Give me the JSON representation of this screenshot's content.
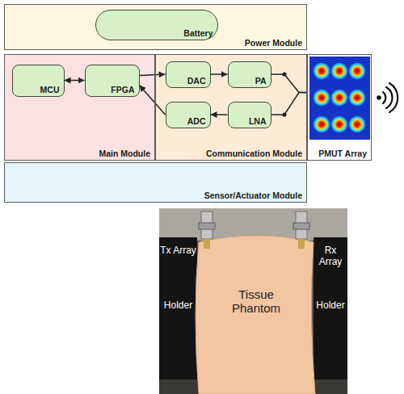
{
  "diagram": {
    "nodes": [
      {
        "text": [
          "Power Module"
        ]
      },
      {
        "text": [
          "Battery"
        ],
        "in": 0
      },
      {
        "text": [
          "Main Module"
        ]
      },
      {
        "text": [
          "MCU"
        ],
        "in": 2
      },
      {
        "text": [
          "FPGA"
        ],
        "in": 2
      },
      {
        "text": [
          "Communication Module"
        ]
      },
      {
        "text": [
          "DAC"
        ],
        "in": 5
      },
      {
        "text": [
          "PA"
        ],
        "in": 5
      },
      {
        "text": [
          "ADC"
        ],
        "in": 5
      },
      {
        "text": [
          "LNA"
        ],
        "in": 5
      },
      {
        "text": [
          "PMUT Array"
        ]
      },
      {
        "text": [
          "Sensor/Actuator Module"
        ]
      }
    ],
    "edges": [
      {
        "from": 3,
        "to": 4,
        "arrow": "both"
      },
      {
        "from": 4,
        "to": 6,
        "arrow": "to"
      },
      {
        "from": 8,
        "to": 4,
        "arrow": "to"
      },
      {
        "from": 6,
        "to": 7,
        "arrow": "to"
      },
      {
        "from": 9,
        "to": 8,
        "arrow": "to"
      },
      {
        "from": 7,
        "to": 10,
        "arrow": "none"
      },
      {
        "from": 10,
        "to": 9,
        "arrow": "none"
      }
    ],
    "labels": [
      "Tx Array",
      "Rx Array",
      "Holder",
      "Tissue Phantom",
      "Holder"
    ]
  }
}
